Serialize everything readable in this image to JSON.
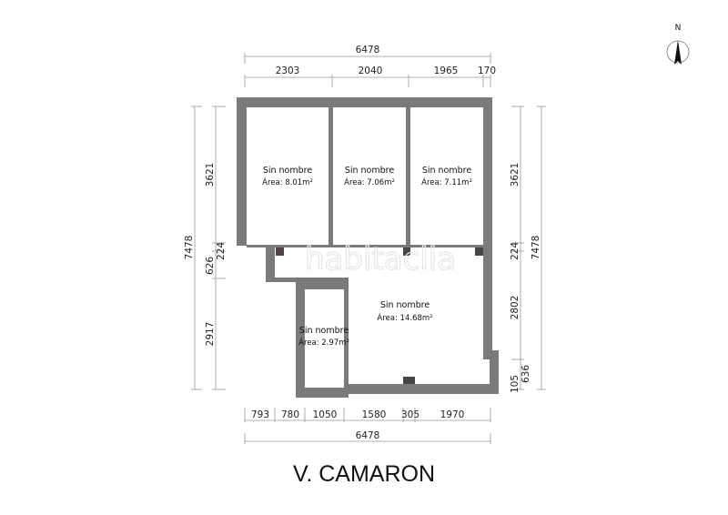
{
  "plan": {
    "title": "V. CAMARON",
    "compass_label": "N",
    "watermark": "habitaclia"
  },
  "rooms": [
    {
      "name": "Sin nombre",
      "area": "Área: 8.01m²"
    },
    {
      "name": "Sin nombre",
      "area": "Área: 7.06m²"
    },
    {
      "name": "Sin nombre",
      "area": "Área: 7.11m²"
    },
    {
      "name": "Sin nombre",
      "area": "Área: 14.68m²"
    },
    {
      "name": "Sin nombre",
      "area": "Área: 2.97m²"
    }
  ],
  "dimensions": {
    "top_total": "6478",
    "top_segments": [
      "2303",
      "2040",
      "1965",
      "170"
    ],
    "bottom_segments": [
      "793",
      "780",
      "1050",
      "1580",
      "305",
      "1970"
    ],
    "bottom_total": "6478",
    "left_total": "7478",
    "left_segments": [
      "3621",
      "224",
      "626",
      "2917"
    ],
    "right_total": "7478",
    "right_segments": [
      "3621",
      "224",
      "2802",
      "105",
      "636"
    ]
  }
}
